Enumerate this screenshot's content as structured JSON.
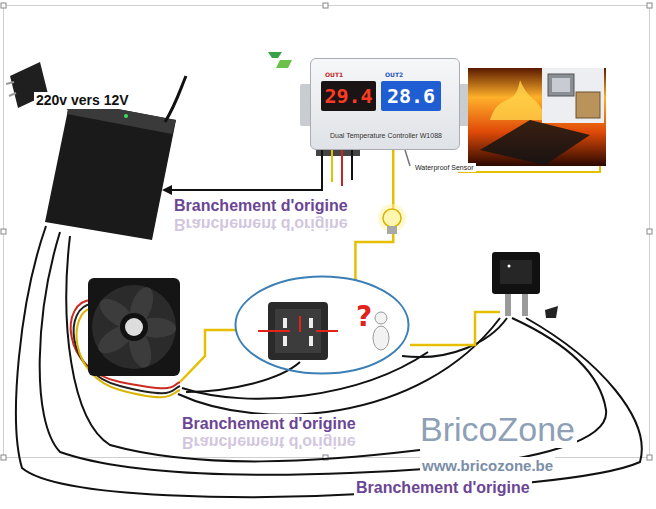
{
  "diagram": {
    "nodes": [
      {
        "text": [
          "OUT1",
          "29.4",
          "OUT2",
          "28.6",
          "Dual Temperature Controller W1088"
        ]
      },
      {
        "text": [
          "?"
        ]
      }
    ],
    "edges": [
      {
        "from": 0,
        "to": 1,
        "arrow": "none"
      }
    ],
    "labels": [
      "220v vers 12V",
      "Branchement d'origine",
      "Branchement d'origine",
      "Waterproof Sensor",
      "Branchement d'origine",
      "Branchement d'origine",
      "BricoZone",
      "www.bricozone.be",
      "Branchement d'origine"
    ]
  }
}
